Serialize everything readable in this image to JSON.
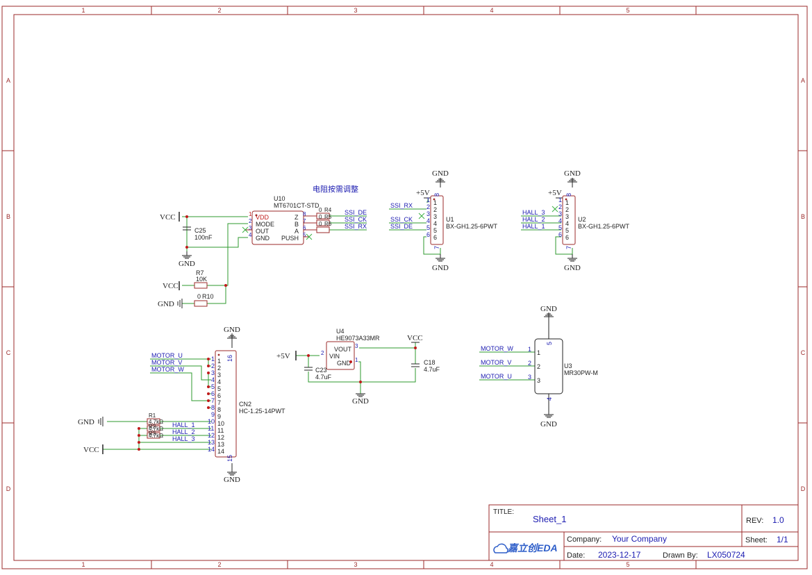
{
  "frame": {
    "columns": [
      "1",
      "2",
      "3",
      "4",
      "5"
    ],
    "rows": [
      "A",
      "B",
      "C",
      "D"
    ]
  },
  "annotation": "电阻按需调整",
  "power": {
    "vcc": "VCC",
    "gnd": "GND",
    "p5v": "+5V"
  },
  "parts": {
    "u10": {
      "ref": "U10",
      "value": "MT6701CT-STD",
      "pins_left": [
        "VDD",
        "MODE",
        "OUT",
        "GND"
      ],
      "pins_right": [
        "Z",
        "B",
        "A",
        "PUSH"
      ],
      "num_left": [
        "1",
        "2",
        "3",
        "4"
      ],
      "num_right": [
        "8",
        "7",
        "6",
        "5"
      ]
    },
    "r4": {
      "ref": "R4",
      "value": "0"
    },
    "r5": {
      "ref": "R5",
      "value": "0"
    },
    "r6": {
      "ref": "R6",
      "value": "0"
    },
    "c25": {
      "ref": "C25",
      "value": "100nF"
    },
    "r7": {
      "ref": "R7",
      "value": "10K"
    },
    "r10": {
      "ref": "R10",
      "value": "0"
    },
    "u1": {
      "ref": "U1",
      "value": "BX-GH1.25-6PWT",
      "pins": [
        "1",
        "2",
        "3",
        "4",
        "5",
        "6"
      ],
      "extra": [
        "7",
        "8"
      ]
    },
    "u2": {
      "ref": "U2",
      "value": "BX-GH1.25-6PWT",
      "pins": [
        "1",
        "2",
        "3",
        "4",
        "5",
        "6"
      ],
      "extra": [
        "7",
        "8"
      ]
    },
    "cn2": {
      "ref": "CN2",
      "value": "HC-1.25-14PWT",
      "pins": [
        "1",
        "2",
        "3",
        "4",
        "5",
        "6",
        "7",
        "8",
        "9",
        "10",
        "11",
        "12",
        "13",
        "14"
      ],
      "extra": [
        "16",
        "15"
      ]
    },
    "r1": {
      "ref": "R1",
      "value": "4.7kΩ"
    },
    "r2": {
      "ref": "R2",
      "value": "4.7kΩ"
    },
    "r3": {
      "ref": "R3",
      "value": "4.7kΩ"
    },
    "u4": {
      "ref": "U4",
      "value": "HE9073A33MR",
      "pin_vout": "VOUT",
      "pin_vin": "VIN",
      "pin_gnd": "GND",
      "num_vout": "3",
      "num_vin": "2",
      "num_gnd": "1"
    },
    "c23": {
      "ref": "C23",
      "value": "4.7uF"
    },
    "c18": {
      "ref": "C18",
      "value": "4.7uF"
    },
    "u3": {
      "ref": "U3",
      "value": "MR30PW-M",
      "pins": [
        "1",
        "2",
        "3"
      ],
      "extra": [
        "5",
        "4"
      ]
    }
  },
  "nets": {
    "ssi_de": "SSI_DE",
    "ssi_ck": "SSI_CK",
    "ssi_rx": "SSI_RX",
    "hall_1": "HALL_1",
    "hall_2": "HALL_2",
    "hall_3": "HALL_3",
    "motor_u": "MOTOR_U",
    "motor_v": "MOTOR_V",
    "motor_w": "MOTOR_W"
  },
  "title_block": {
    "title_label": "TITLE:",
    "title": "Sheet_1",
    "rev_label": "REV:",
    "rev": "1.0",
    "company_label": "Company:",
    "company": "Your Company",
    "sheet_label": "Sheet:",
    "sheet": "1/1",
    "date_label": "Date:",
    "date": "2023-12-17",
    "drawn_label": "Drawn By:",
    "drawn": "LX050724",
    "logo_text": "嘉立创EDA"
  },
  "colors": {
    "frame": "#9b2a2a",
    "wire": "#2e9a2e",
    "pin_text": "#1b1bb0",
    "net_label": "#1b1bb0",
    "junction": "#c01a1a",
    "text": "#222222",
    "nc": "#3cb043"
  }
}
